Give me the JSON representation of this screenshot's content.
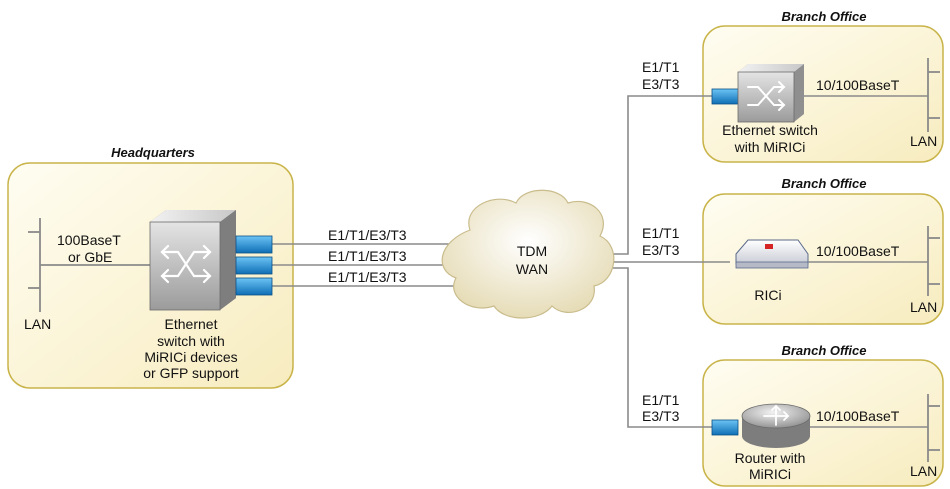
{
  "headquarters": {
    "title": "Headquarters",
    "lan_link_line1": "100BaseT",
    "lan_link_line2": "or GbE",
    "lan_label": "LAN",
    "switch_caption_line1": "Ethernet",
    "switch_caption_line2": "switch with",
    "switch_caption_line3": "MiRICi devices",
    "switch_caption_line4": "or GFP support",
    "uplinks": [
      "E1/T1/E3/T3",
      "E1/T1/E3/T3",
      "E1/T1/E3/T3"
    ]
  },
  "wan": {
    "line1": "TDM",
    "line2": "WAN"
  },
  "branches": [
    {
      "title": "Branch Office",
      "link_line1": "E1/T1",
      "link_line2": "E3/T3",
      "lan_link": "10/100BaseT",
      "lan_label": "LAN",
      "device_caption_line1": "Ethernet switch",
      "device_caption_line2": "with MiRICi"
    },
    {
      "title": "Branch Office",
      "link_line1": "E1/T1",
      "link_line2": "E3/T3",
      "lan_link": "10/100BaseT",
      "lan_label": "LAN",
      "device_caption_line1": "RICi"
    },
    {
      "title": "Branch Office",
      "link_line1": "E1/T1",
      "link_line2": "E3/T3",
      "lan_link": "10/100BaseT",
      "lan_label": "LAN",
      "device_caption_line1": "Router with",
      "device_caption_line2": "MiRICi"
    }
  ],
  "colors": {
    "site_fill": "#fdf6d8",
    "site_border": "#c9b44a",
    "link_line": "#8a8a8a",
    "sfp_blue": "#1f8fd6",
    "cloud_fill": "#f1ead0"
  }
}
